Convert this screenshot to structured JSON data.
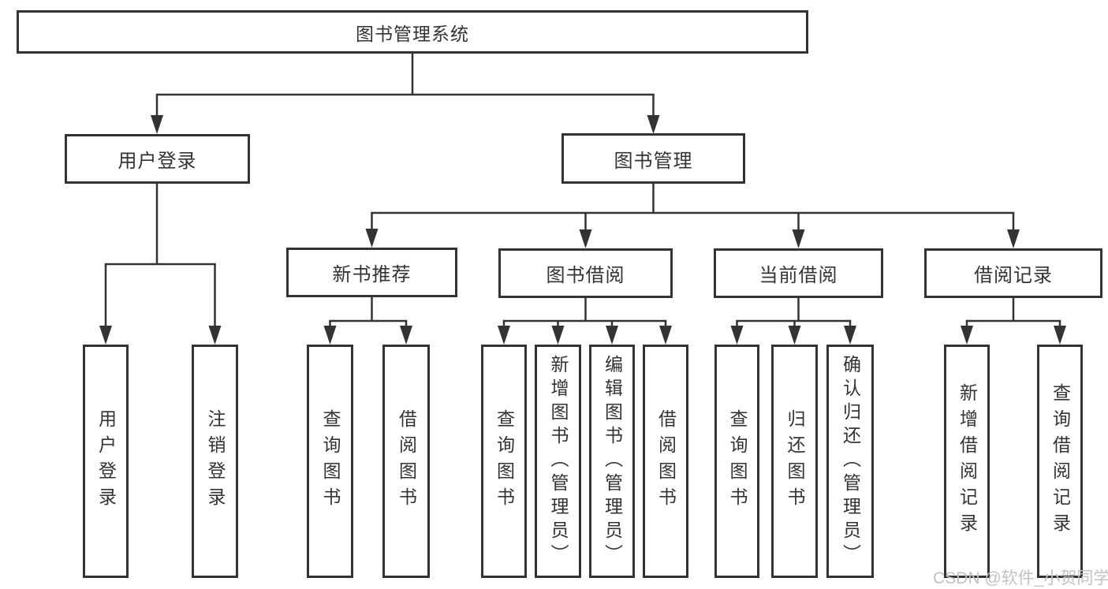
{
  "diagram": {
    "title": "图书管理系统",
    "root": {
      "label": "图书管理系统"
    },
    "level2": {
      "user_login": {
        "label": "用户登录"
      },
      "book_management": {
        "label": "图书管理"
      }
    },
    "level3": {
      "new_books": {
        "label": "新书推荐"
      },
      "book_borrow": {
        "label": "图书借阅"
      },
      "current_borrow": {
        "label": "当前借阅"
      },
      "borrow_records": {
        "label": "借阅记录"
      }
    },
    "leaves": {
      "user_login": [
        "用户登录",
        "注销登录"
      ],
      "new_books": [
        "查询图书",
        "借阅图书"
      ],
      "book_borrow": [
        "查询图书",
        "新增图书（管理员）",
        "编辑图书（管理员）",
        "借阅图书"
      ],
      "current_borrow": [
        "查询图书",
        "归还图书",
        "确认归还（管理员）"
      ],
      "borrow_records": [
        "新增借阅记录",
        "查询借阅记录"
      ]
    }
  },
  "watermark": {
    "text": "CSDN @软件_小贺同学"
  },
  "colors": {
    "line": "#333333",
    "border": "#333333",
    "text": "#333333",
    "watermark": "#c2c2c2",
    "background": "#ffffff"
  }
}
